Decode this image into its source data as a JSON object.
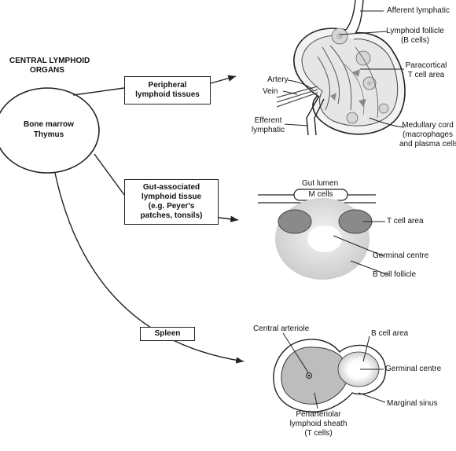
{
  "central": {
    "heading_line1": "CENTRAL LYMPHOID",
    "heading_line2": "ORGANS",
    "organ_line1": "Bone marrow",
    "organ_line2": "Thymus"
  },
  "boxes": {
    "peripheral_line1": "Peripheral",
    "peripheral_line2": "lymphoid tissues",
    "gut_line1": "Gut-associated",
    "gut_line2": "lymphoid tissue",
    "gut_line3": "(e.g. Peyer's",
    "gut_line4": "patches, tonsils)",
    "spleen": "Spleen"
  },
  "lymph_node": {
    "afferent": "Afferent lymphatic",
    "follicle_line1": "Lymphoid follicle",
    "follicle_line2": "(B cells)",
    "paracortical_line1": "Paracortical",
    "paracortical_line2": "T cell area",
    "artery": "Artery",
    "vein": "Vein",
    "efferent_line1": "Efferent",
    "efferent_line2": "lymphatic",
    "medullary_line1": "Medullary cord",
    "medullary_line2": "(macrophages",
    "medullary_line3": "and plasma cells)"
  },
  "galt": {
    "gut_lumen": "Gut lumen",
    "m_cells": "M cells",
    "t_cell_area": "T cell area",
    "germinal_centre": "Germinal centre",
    "b_cell_follicle": "B cell follicle"
  },
  "spleen_detail": {
    "central_arteriole": "Central arteriole",
    "b_cell_area": "B cell area",
    "germinal_centre": "Germinal centre",
    "marginal_sinus": "Marginal sinus",
    "pals_line1": "Periarteriolar",
    "pals_line2": "lymphoid sheath",
    "pals_line3": "(T cells)"
  },
  "colors": {
    "line": "#222222",
    "light_grey": "#dcdcdc",
    "mid_grey": "#b8b8b8",
    "dark_grey": "#8a8a8a"
  }
}
